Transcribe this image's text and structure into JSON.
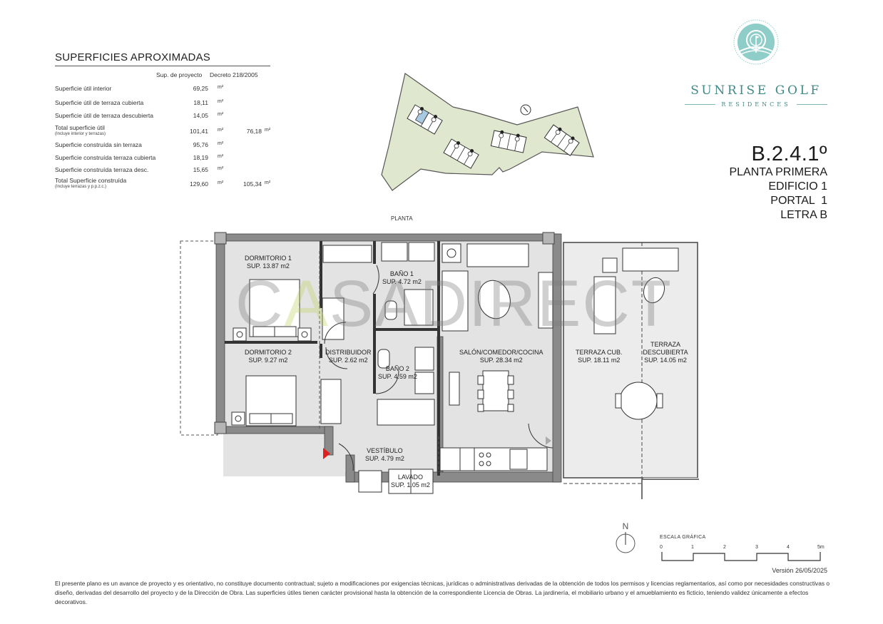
{
  "areas": {
    "title": "SUPERFICIES APROXIMADAS",
    "col_headers": [
      "Sup. de proyecto",
      "Decreto 218/2005"
    ],
    "rows": [
      {
        "label": "Superficie útil interior",
        "sub": "",
        "proyecto": "69,25",
        "unit1": "m²",
        "decreto": "",
        "unit2": ""
      },
      {
        "label": "Superficie útil de terraza cubierta",
        "sub": "",
        "proyecto": "18,11",
        "unit1": "m²",
        "decreto": "",
        "unit2": ""
      },
      {
        "label": "Superficie útil de terraza descubierta",
        "sub": "",
        "proyecto": "14,05",
        "unit1": "m²",
        "decreto": "",
        "unit2": ""
      },
      {
        "label": "Total superficie útil",
        "sub": "(Incluye interior y terrazas)",
        "proyecto": "101,41",
        "unit1": "m²",
        "decreto": "76,18",
        "unit2": "m²"
      },
      {
        "label": "Superficie construída sin terraza",
        "sub": "",
        "proyecto": "95,76",
        "unit1": "m²",
        "decreto": "",
        "unit2": ""
      },
      {
        "label": "Superficie construída terraza cubierta",
        "sub": "",
        "proyecto": "18,19",
        "unit1": "m²",
        "decreto": "",
        "unit2": ""
      },
      {
        "label": "Superficie construída terraza desc.",
        "sub": "",
        "proyecto": "15,65",
        "unit1": "m²",
        "decreto": "",
        "unit2": ""
      },
      {
        "label": "Total Superficie construída",
        "sub": "(Incluye terrazas y p.p.z.c.)",
        "proyecto": "129,60",
        "unit1": "m²",
        "decreto": "105,34",
        "unit2": "m²"
      }
    ]
  },
  "logo": {
    "name": "SUNRISE GOLF",
    "subtitle": "RESIDENCES",
    "color": "#3f8a87",
    "mark_color": "#8fcdc8"
  },
  "unit": {
    "code": "B.2.4.1º",
    "floor": "PLANTA PRIMERA",
    "building": "EDIFICIO 1",
    "portal": "PORTAL  1",
    "letter": "LETRA B"
  },
  "site_plan": {
    "land_color": "#dfe7cf",
    "highlight_color": "#a9c9e2"
  },
  "plan": {
    "label": "PLANTA",
    "rooms": [
      {
        "name": "DORMITORIO 1",
        "area": "SUP. 13.87 m2"
      },
      {
        "name": "DORMITORIO 2",
        "area": "SUP. 9.27 m2"
      },
      {
        "name": "DISTRIBUIDOR",
        "area": "SUP. 2.62 m2"
      },
      {
        "name": "BAÑO 1",
        "area": "SUP. 4.72 m2"
      },
      {
        "name": "BAÑO 2",
        "area": "SUP. 4.59 m2"
      },
      {
        "name": "SALÓN/COMEDOR/COCINA",
        "area": "SUP. 28.34 m2"
      },
      {
        "name": "TERRAZA CUB.",
        "area": "SUP. 18.11 m2"
      },
      {
        "name": "TERRAZA DESCUBIERTA",
        "area": "SUP. 14.05 m2"
      },
      {
        "name": "VESTÍBULO",
        "area": "SUP. 4.79 m2"
      },
      {
        "name": "LAVADO",
        "area": "SUP. 1.05 m2"
      }
    ],
    "entrance_color": "#e02020"
  },
  "watermark": {
    "part1": "C",
    "part2": "A",
    "part3": "SADIRECT"
  },
  "compass": {
    "label": "N"
  },
  "scale": {
    "title": "ESCALA GRÁFICA",
    "ticks": [
      "0",
      "1",
      "2",
      "3",
      "4",
      "5m"
    ]
  },
  "version": "Versión 26/05/2025",
  "disclaimer": "El presente plano es un avance de proyecto y es orientativo, no constituye documento contractual; sujeto a modificaciones por exigencias técnicas, jurídicas o administrativas derivadas de la obtención de todos los permisos y licencias reglamentarios, así como por necesidades constructivas o diseño, derivadas del desarrollo del proyecto y de la Dirección de Obra. Las superficies útiles tienen carácter provisional hasta la obtención de la correspondiente Licencia de Obras. La jardinería, el mobiliario urbano y el amueblamiento es ficticio, teniendo validez únicamente a efectos decorativos."
}
